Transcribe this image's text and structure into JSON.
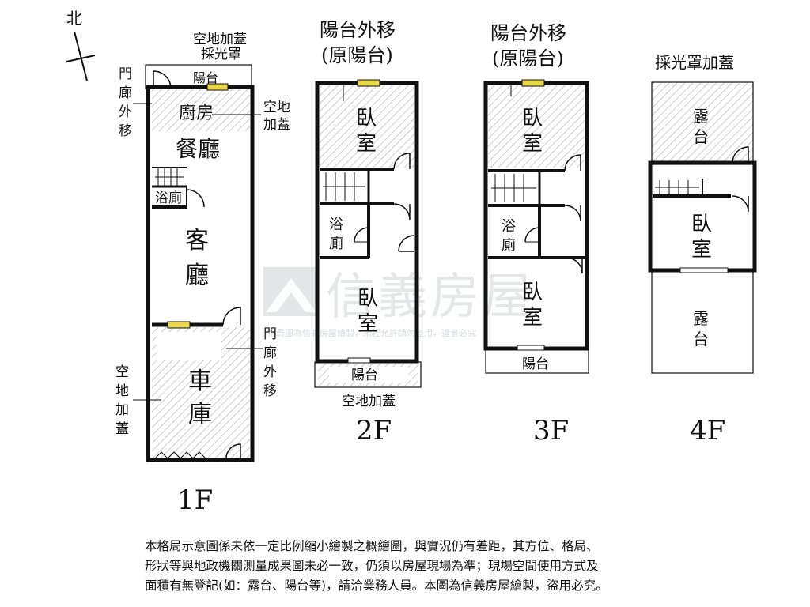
{
  "compass": {
    "label": "北"
  },
  "watermark": {
    "brand": "信義房屋",
    "notice": "格局圖為信義房屋繪製，未經允許請勿盜用，違者必究"
  },
  "floor_1": {
    "title": "1F",
    "labels": {
      "skylight_add_1": "空地加蓋",
      "skylight_add_2": "採光罩",
      "balcony": "陽台",
      "kitchen": "廚房",
      "dining": "餐廳",
      "bathroom": "浴廁",
      "living_1": "客",
      "living_2": "廳",
      "garage_1": "車",
      "garage_2": "庫",
      "porch_left": [
        "門",
        "廊",
        "外",
        "移"
      ],
      "porch_right": [
        "門",
        "廊",
        "外",
        "移"
      ],
      "empty_land_right_1": "空地",
      "empty_land_right_2": "加蓋",
      "empty_land_left": [
        "空",
        "地",
        "加",
        "蓋"
      ]
    }
  },
  "floor_2": {
    "title": "2F",
    "top_note_1": "陽台外移",
    "top_note_2": "(原陽台)",
    "labels": {
      "bedroom_top_1": "臥",
      "bedroom_top_2": "室",
      "bathroom_1": "浴",
      "bathroom_2": "廁",
      "bedroom_bottom_1": "臥",
      "bedroom_bottom_2": "室",
      "balcony": "陽台",
      "bottom_note": "空地加蓋"
    }
  },
  "floor_3": {
    "title": "3F",
    "top_note_1": "陽台外移",
    "top_note_2": "(原陽台)",
    "labels": {
      "bedroom_top_1": "臥",
      "bedroom_top_2": "室",
      "bathroom_1": "浴",
      "bathroom_2": "廁",
      "bedroom_bottom_1": "臥",
      "bedroom_bottom_2": "室",
      "balcony": "陽台"
    }
  },
  "floor_4": {
    "title": "4F",
    "top_note": "採光罩加蓋",
    "labels": {
      "terrace_top_1": "露",
      "terrace_top_2": "台",
      "bedroom_1": "臥",
      "bedroom_2": "室",
      "terrace_bottom_1": "露",
      "terrace_bottom_2": "台"
    }
  },
  "disclaimer": {
    "line1": "本格局示意圖係未依一定比例縮小繪製之概繪圖，與實況仍有差距，其方位、格局、",
    "line2": "形狀等與地政機關測量成果圖未必一致，仍須以房屋現場為準；現場空間使用方式及",
    "line3": "面積有無登記(如：露台、陽台等)，請洽業務人員。本圖為信義房屋繪製，盜用必究。"
  },
  "colors": {
    "wall": "#111111",
    "hatch": "#b8b8b8",
    "window": "#e8d84a",
    "watermark": "#cfd3d6"
  }
}
